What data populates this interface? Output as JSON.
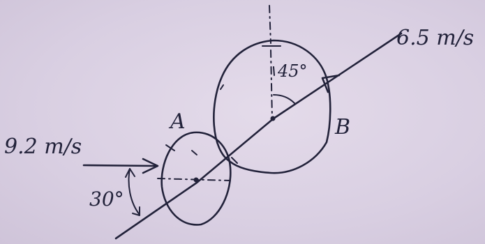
{
  "labels": {
    "ball_a": "A",
    "ball_b": "B",
    "velocity_a": "9.2 m/s",
    "velocity_b": "6.5 m/s",
    "angle_a": "30°",
    "angle_b": "45°"
  },
  "colors": {
    "ink": "#22223a",
    "paper": "#dcd2e3"
  }
}
